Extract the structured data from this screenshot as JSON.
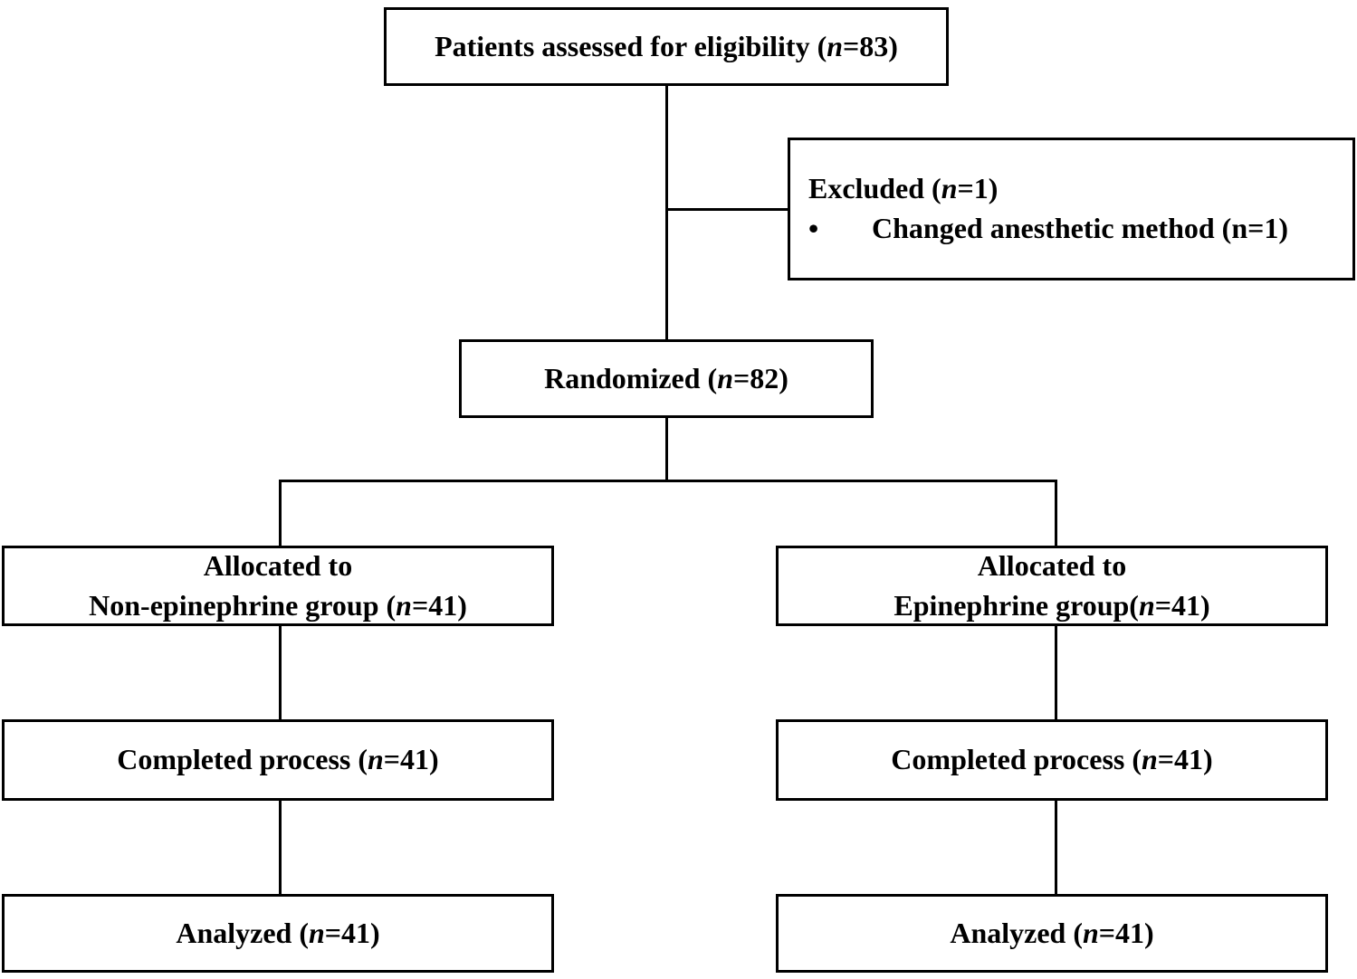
{
  "colors": {
    "border": "#000000",
    "text": "#000000",
    "background": "#ffffff"
  },
  "flow": {
    "eligibility": {
      "pre": "Patients assessed for eligibility (",
      "n": "n",
      "post": "=83)"
    },
    "excluded": {
      "pre": "Excluded (",
      "n": "n",
      "post": "=1)",
      "bullet": "•",
      "reason": "Changed anesthetic method (n=1)"
    },
    "randomized": {
      "pre": "Randomized (",
      "n": "n",
      "post": "=82)"
    },
    "allocation_left": {
      "line1": "Allocated to",
      "pre": "Non-epinephrine group (",
      "n": "n",
      "post": "=41)"
    },
    "allocation_right": {
      "line1": "Allocated to",
      "pre": "Epinephrine group(",
      "n": "n",
      "post": "=41)"
    },
    "completed_left": {
      "pre": "Completed process (",
      "n": "n",
      "post": "=41)"
    },
    "completed_right": {
      "pre": "Completed process (",
      "n": "n",
      "post": "=41)"
    },
    "analyzed_left": {
      "pre": "Analyzed (",
      "n": "n",
      "post": "=41)"
    },
    "analyzed_right": {
      "pre": "Analyzed (",
      "n": "n",
      "post": "=41)"
    }
  }
}
